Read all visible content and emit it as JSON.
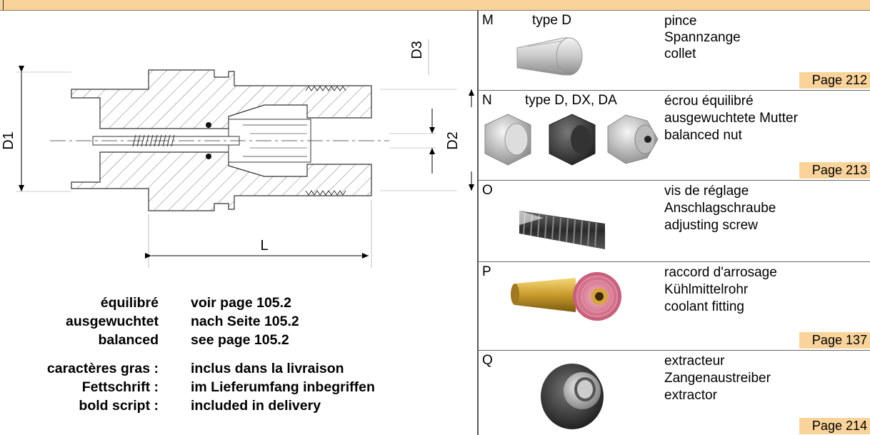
{
  "drawing": {
    "dims": {
      "d1": "D1",
      "d2": "D2",
      "d3": "D3",
      "l": "L"
    }
  },
  "notes": {
    "balanced": [
      {
        "term": "équilibré",
        "value": "voir page 105.2"
      },
      {
        "term": "ausgewuchtet",
        "value": "nach Seite 105.2"
      },
      {
        "term": "balanced",
        "value": "see page 105.2"
      }
    ],
    "bold_legend": [
      {
        "term": "caractères gras :",
        "value": "inclus dans la livraison"
      },
      {
        "term": "Fettschrift :",
        "value": "im Lieferumfang inbegriffen"
      },
      {
        "term": "bold script :",
        "value": "included in delivery"
      }
    ]
  },
  "accessories": [
    {
      "letter": "M",
      "type": "type D",
      "lines": [
        "pince",
        "Spannzange",
        "collet"
      ],
      "page": "Page 212",
      "icon": "collet-icon"
    },
    {
      "letter": "N",
      "type": "type D, DX, DA",
      "lines": [
        "écrou équilibré",
        "ausgewuchtete Mutter",
        "balanced nut"
      ],
      "page": "Page 213",
      "icon": "nut-icon"
    },
    {
      "letter": "O",
      "type": "",
      "lines": [
        "vis de réglage",
        "Anschlagschraube",
        "adjusting screw"
      ],
      "page": "",
      "icon": "screw-icon"
    },
    {
      "letter": "P",
      "type": "",
      "lines": [
        "raccord d'arrosage",
        "Kühlmittelrohr",
        "coolant fitting"
      ],
      "page": "Page 137",
      "icon": "coolant-fitting-icon"
    },
    {
      "letter": "Q",
      "type": "",
      "lines": [
        "extracteur",
        "Zangenaustreiber",
        "extractor"
      ],
      "page": "Page 214",
      "icon": "extractor-icon"
    }
  ],
  "colors": {
    "header_band": "#f9d39a",
    "page_tag": "#f9d39a",
    "rule": "#555555"
  }
}
